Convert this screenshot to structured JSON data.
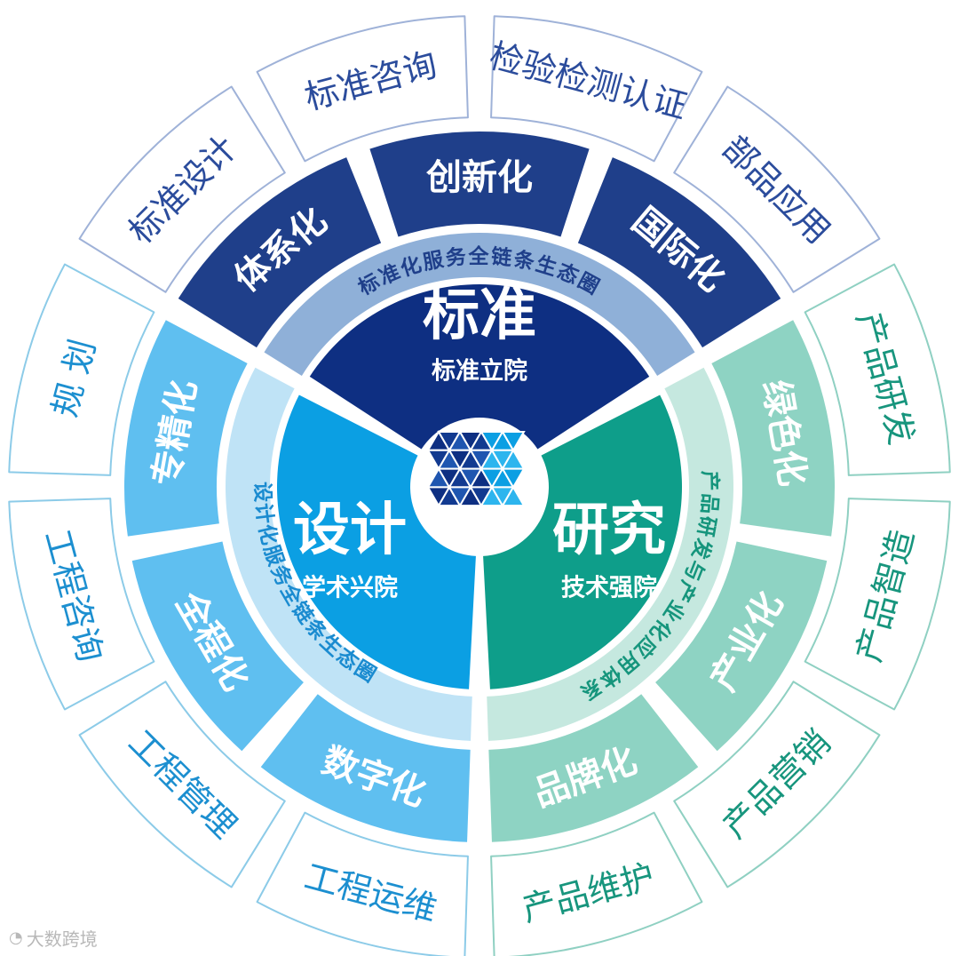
{
  "center_core": {
    "standard": {
      "title": "标准",
      "subtitle": "标准立院"
    },
    "design": {
      "title": "设计",
      "subtitle": "学术兴院"
    },
    "research": {
      "title": "研究",
      "subtitle": "技术强院"
    }
  },
  "arc_labels": {
    "standard": "标准化服务全链条生态圈",
    "design": "设计化服务全链条生态圈",
    "research": "产品研发与产业化应用体系"
  },
  "middle_ring": [
    {
      "group": "standard",
      "label": "体系化"
    },
    {
      "group": "standard",
      "label": "创新化"
    },
    {
      "group": "standard",
      "label": "国际化"
    },
    {
      "group": "research",
      "label": "绿色化"
    },
    {
      "group": "research",
      "label": "产业化"
    },
    {
      "group": "research",
      "label": "品牌化"
    },
    {
      "group": "design",
      "label": "数字化"
    },
    {
      "group": "design",
      "label": "全程化"
    },
    {
      "group": "design",
      "label": "专精化"
    }
  ],
  "outer_ring": [
    {
      "group": "standard",
      "label": "标准咨询"
    },
    {
      "group": "standard",
      "label": "检验检测认证"
    },
    {
      "group": "standard",
      "label": "部品应用"
    },
    {
      "group": "research",
      "label": "产品研发"
    },
    {
      "group": "research",
      "label": "产品智造"
    },
    {
      "group": "research",
      "label": "产品营销"
    },
    {
      "group": "research",
      "label": "产品维护"
    },
    {
      "group": "design",
      "label": "工程运维"
    },
    {
      "group": "design",
      "label": "工程管理"
    },
    {
      "group": "design",
      "label": "工程咨询"
    },
    {
      "group": "design",
      "label": "规 划"
    },
    {
      "group": "standard",
      "label": "标准设计"
    }
  ],
  "colors": {
    "standard_dark": "#1f3f8a",
    "standard_core": "#0e2f82",
    "standard_arc": "#8fb0d8",
    "standard_text": "#2b4c9c",
    "design_core": "#0b9fe3",
    "design_mid": "#5fbff0",
    "design_arc": "#bfe3f6",
    "design_text": "#1c8fd0",
    "research_core": "#0e9e8a",
    "research_mid": "#8ed3c3",
    "research_arc": "#c5e8df",
    "research_text": "#17957d"
  },
  "watermark": {
    "text": "大数跨境"
  }
}
